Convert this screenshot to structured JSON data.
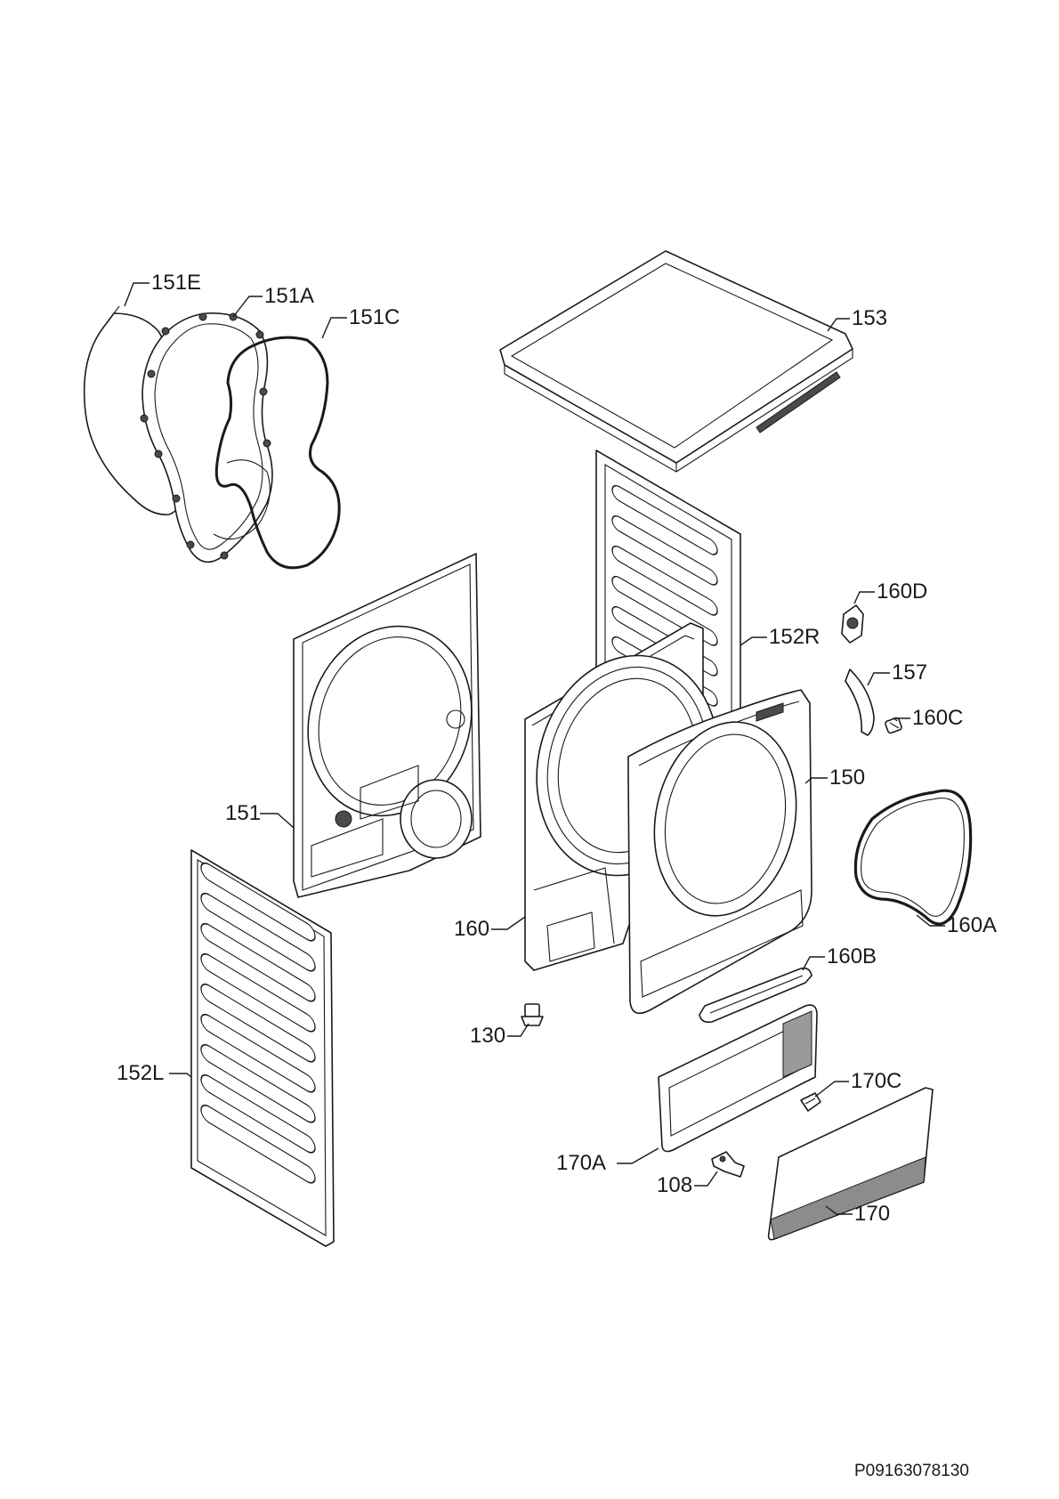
{
  "callouts": {
    "c151E": "151E",
    "c151A": "151A",
    "c151C": "151C",
    "c153": "153",
    "c160D": "160D",
    "c152R": "152R",
    "c157": "157",
    "c160C": "160C",
    "c150": "150",
    "c151": "151",
    "c160A": "160A",
    "c160B": "160B",
    "c160": "160",
    "c130": "130",
    "c152L": "152L",
    "c170C": "170C",
    "c170A": "170A",
    "c108": "108",
    "c170": "170"
  },
  "drawing_code": "P09163078130"
}
